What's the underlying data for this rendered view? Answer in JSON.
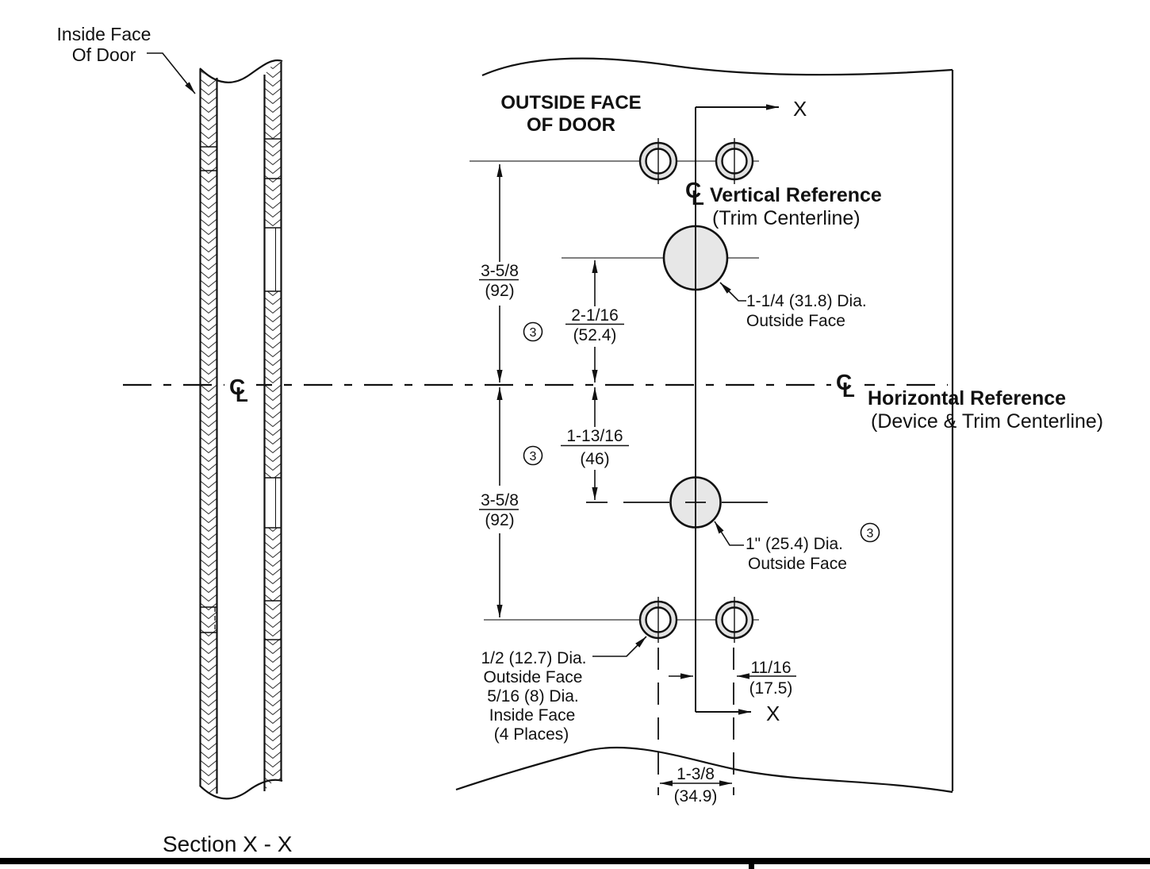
{
  "drawing": {
    "section_view": {
      "label": "Section X - X",
      "inside_face_line1": "Inside Face",
      "inside_face_line2": "Of Door"
    },
    "face_view": {
      "outside_face_line1": "OUTSIDE FACE",
      "outside_face_line2": "OF DOOR",
      "section_cut_marker": "X"
    },
    "references": {
      "centerline_symbol_c": "C",
      "centerline_symbol_l": "L",
      "vertical_title": "Vertical Reference",
      "vertical_subtitle": "(Trim Centerline)",
      "horizontal_title": "Horizontal Reference",
      "horizontal_subtitle": "(Device & Trim Centerline)"
    },
    "dimensions": {
      "upper_group_spacing": {
        "imperial": "3-5/8",
        "metric": "(92)"
      },
      "upper_hole_to_centerline": {
        "imperial": "2-1/16",
        "metric": "(52.4)"
      },
      "centerline_to_lower_hole": {
        "imperial": "1-13/16",
        "metric": "(46)"
      },
      "lower_group_spacing": {
        "imperial": "3-5/8",
        "metric": "(92)"
      },
      "centerline_to_fastener": {
        "imperial": "11/16",
        "metric": "(17.5)"
      },
      "fastener_spread": {
        "imperial": "1-3/8",
        "metric": "(34.9)"
      }
    },
    "callouts": {
      "upper_hole": {
        "line1": "1-1/4 (31.8) Dia.",
        "line2": "Outside Face"
      },
      "middle_hole": {
        "line1": "1\" (25.4) Dia.",
        "line2": "Outside Face"
      },
      "fastener_holes": {
        "line1": "1/2 (12.7) Dia.",
        "line2": "Outside Face",
        "line3": "5/16 (8) Dia.",
        "line4": "Inside Face",
        "line5": "(4 Places)"
      }
    },
    "note_marker": "3",
    "colors": {
      "hole_fill": "#e7e7e7",
      "line": "#111111"
    }
  }
}
